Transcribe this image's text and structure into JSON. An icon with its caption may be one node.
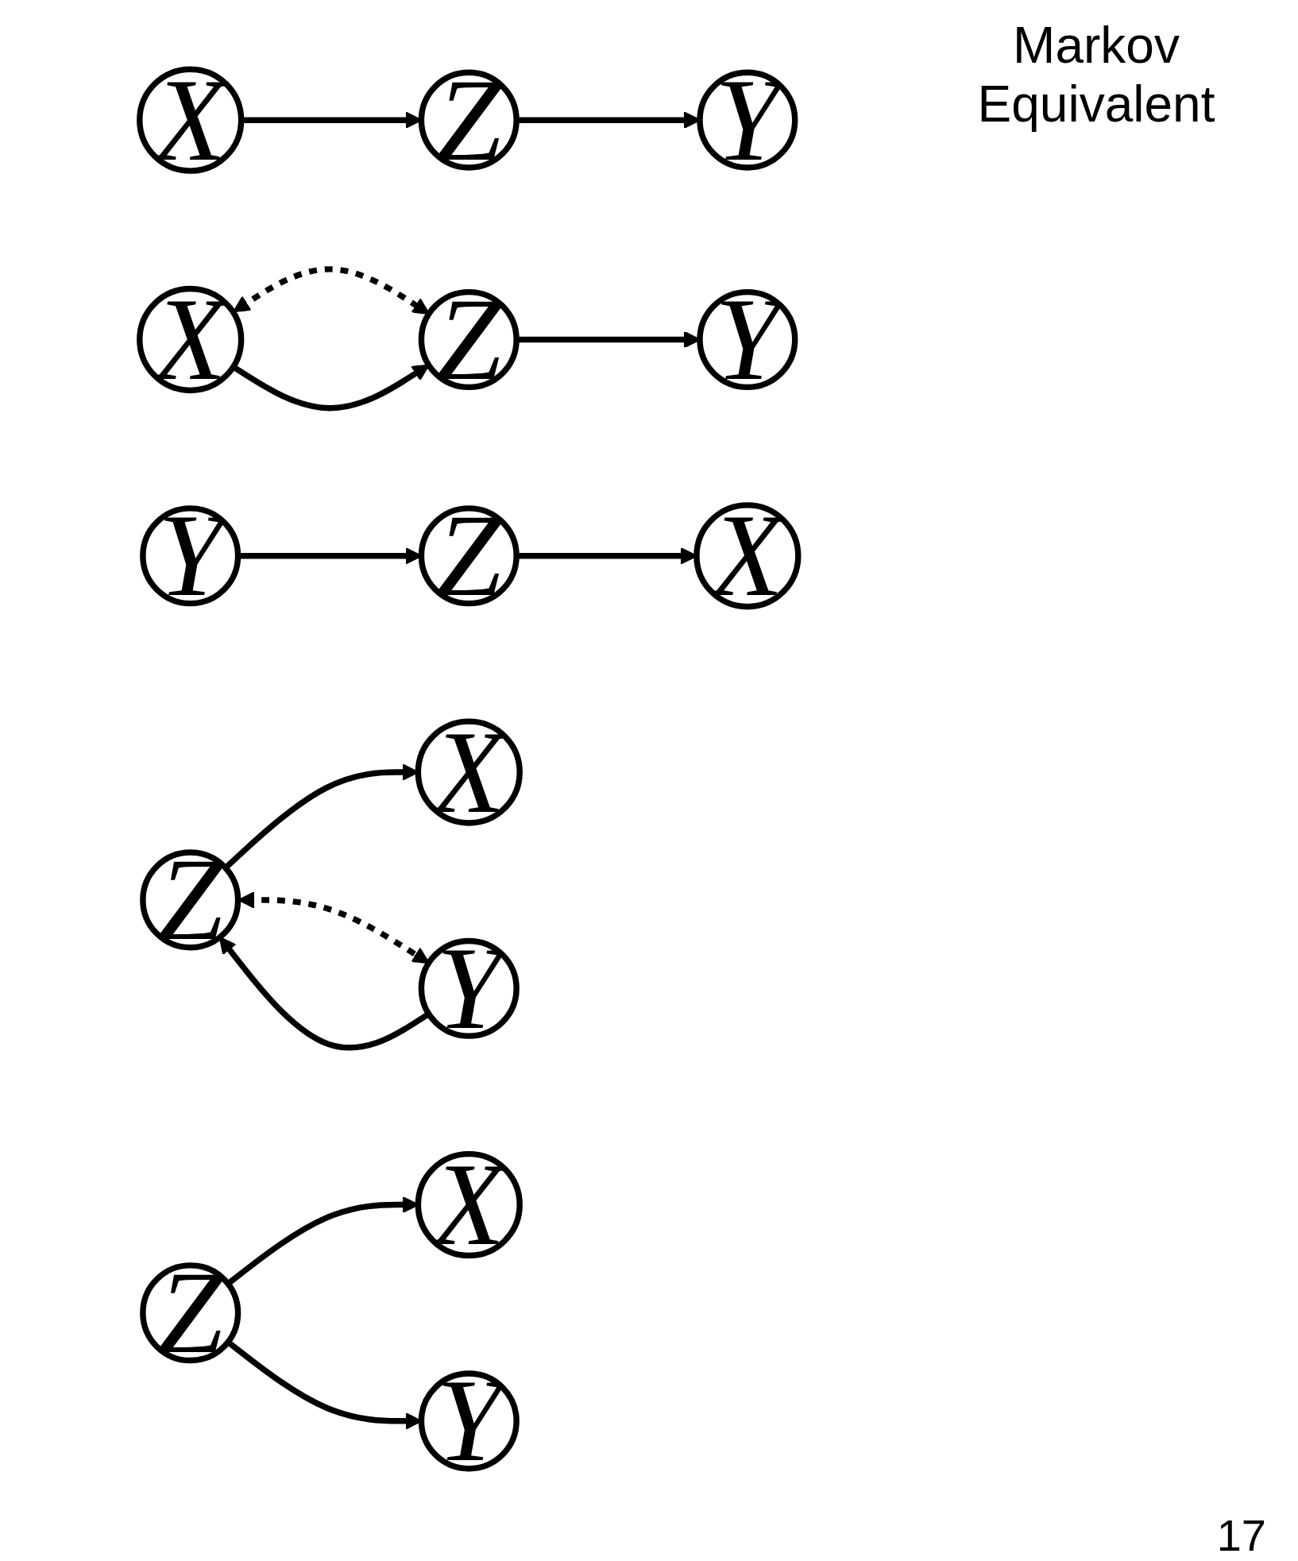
{
  "diagram": {
    "nodes": [
      {
        "text": [
          "X"
        ]
      },
      {
        "text": [
          "Z"
        ]
      },
      {
        "text": [
          "Y"
        ]
      },
      {
        "text": [
          "X"
        ]
      },
      {
        "text": [
          "Z"
        ]
      },
      {
        "text": [
          "Y"
        ]
      },
      {
        "text": [
          "X"
        ]
      },
      {
        "text": [
          "Z"
        ]
      },
      {
        "text": [
          "Y"
        ]
      },
      {
        "text": [
          "X"
        ]
      },
      {
        "text": [
          "Z"
        ]
      },
      {
        "text": [
          "Y"
        ]
      },
      {
        "text": [
          "X"
        ]
      },
      {
        "text": [
          "Z"
        ]
      },
      {
        "text": [
          "Y"
        ]
      }
    ],
    "edges": [
      {
        "from": 0,
        "to": 1,
        "arrow": "to"
      },
      {
        "from": 1,
        "to": 2,
        "arrow": "to"
      },
      {
        "from": 3,
        "to": 4,
        "arrow": "both",
        "style": "dashed"
      },
      {
        "from": 3,
        "to": 4,
        "arrow": "to"
      },
      {
        "from": 4,
        "to": 5,
        "arrow": "to"
      },
      {
        "from": 7,
        "to": 6,
        "arrow": "to"
      },
      {
        "from": 8,
        "to": 7,
        "arrow": "to"
      },
      {
        "from": 10,
        "to": 11,
        "arrow": "both",
        "style": "dashed"
      },
      {
        "from": 10,
        "to": 9,
        "arrow": "to"
      },
      {
        "from": 11,
        "to": 10,
        "arrow": "to"
      },
      {
        "from": 13,
        "to": 12,
        "arrow": "to"
      },
      {
        "from": 13,
        "to": 14,
        "arrow": "to"
      }
    ],
    "labels": [
      "Markov Equivalent",
      "17"
    ]
  }
}
